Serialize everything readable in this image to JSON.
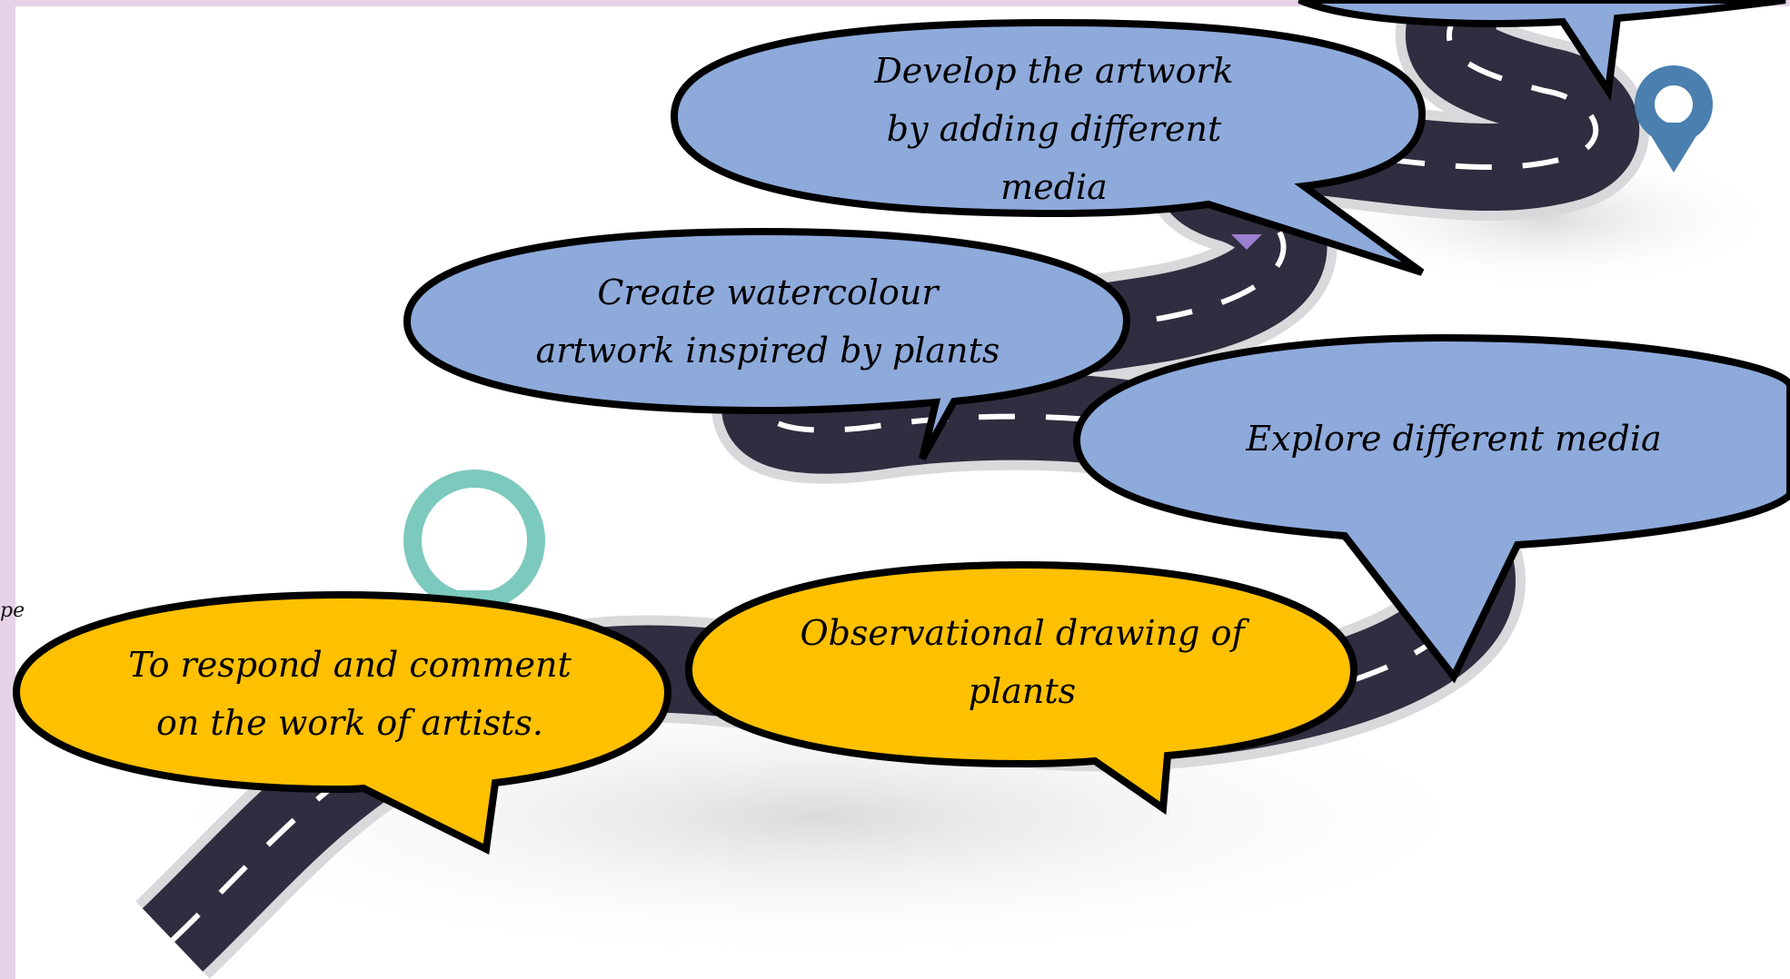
{
  "colors": {
    "border": "#e7d3e8",
    "road": "#2f2d3f",
    "road_edge": "#d9d9dc",
    "lane_mark": "#ffffff",
    "bubble_blue": "#8eaadb",
    "bubble_gold": "#ffc000",
    "bubble_outline": "#000000",
    "pin_teal": "#7cc9bd",
    "pin_blue": "#4a7fb0",
    "pin_purple": "#9b7fd1"
  },
  "icons": [
    "teal-location-pin-icon",
    "blue-location-pin-icon",
    "purple-location-pin-icon"
  ],
  "edge_text": "pe",
  "steps": [
    {
      "text": "To respond and comment on the work of artists.",
      "color": "gold"
    },
    {
      "text": "Observational drawing of plants",
      "color": "gold"
    },
    {
      "text": "Explore different media",
      "color": "blue"
    },
    {
      "text": "Create watercolour artwork inspired by plants",
      "color": "blue"
    },
    {
      "text": "Develop the artwork by adding different media",
      "color": "blue"
    }
  ]
}
